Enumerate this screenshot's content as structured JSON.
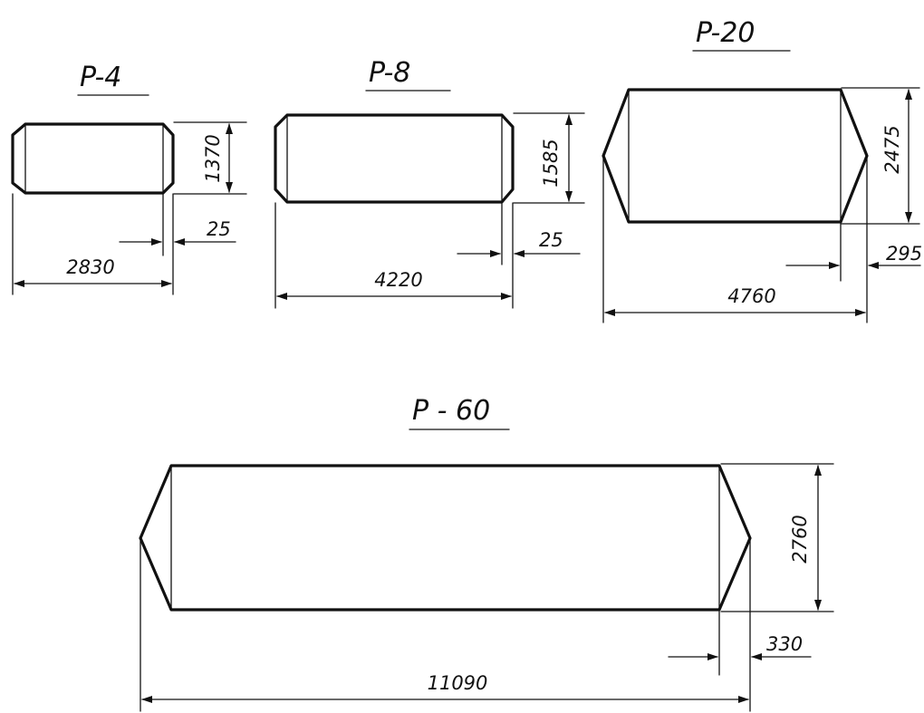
{
  "colors": {
    "ink": "#111111",
    "paper": "#ffffff"
  },
  "vessels": [
    {
      "title": "P-4",
      "length": "2830",
      "diameter": "1370",
      "head_depth": "25"
    },
    {
      "title": "P-8",
      "length": "4220",
      "diameter": "1585",
      "head_depth": "25"
    },
    {
      "title": "P-20",
      "length": "4760",
      "diameter": "2475",
      "head_depth": "295"
    },
    {
      "title": "P - 60",
      "length": "11090",
      "diameter": "2760",
      "head_depth": "330"
    }
  ]
}
